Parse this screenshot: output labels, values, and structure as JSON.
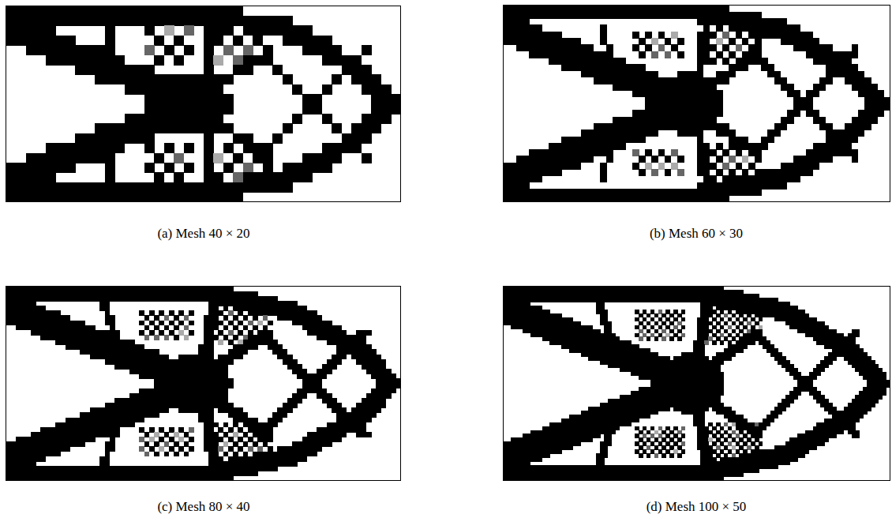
{
  "diagram": {
    "labels": [
      "(a) Mesh 40 × 20",
      "(b) Mesh 60 × 30",
      "(c) Mesh 80 × 40",
      "(d) Mesh 100 × 50"
    ]
  }
}
